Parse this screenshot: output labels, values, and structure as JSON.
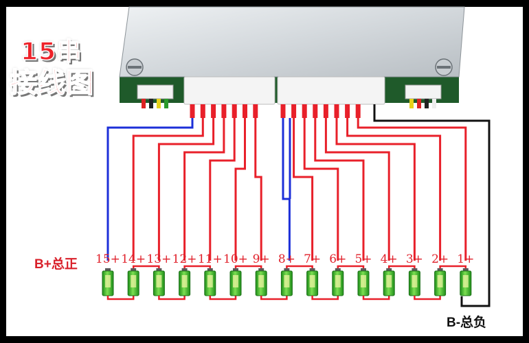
{
  "title": {
    "line1": "15串",
    "line2": "接线图"
  },
  "board_left_connector_pins": 4,
  "board_right_connector_pins": 4,
  "cell_labels": [
    "15+",
    "14+",
    "13+",
    "12+",
    "11+",
    "10+",
    "9+",
    "8+",
    "7+",
    "6+",
    "5+",
    "4+",
    "3+",
    "2+",
    "1+"
  ],
  "main_positive_label": "B+总正",
  "main_negative_label": "B-总负",
  "colors": {
    "balance_wire": "#e8202a",
    "positive_wire": "#1c2fd8",
    "negative_wire": "#111111",
    "battery_green": "#3fbf2f",
    "title_red": "#ee2229"
  },
  "icons": {
    "cell": "battery-cell-icon",
    "screw": "screw-icon",
    "connector": "connector-icon"
  }
}
